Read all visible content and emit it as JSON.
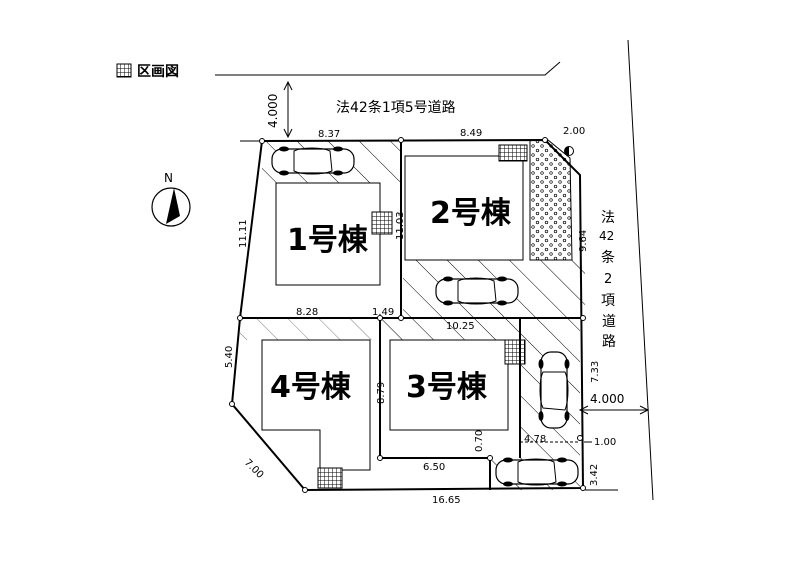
{
  "title": "区画図",
  "north_label": "N",
  "roads": {
    "north_name": "法42条1項5号道路",
    "north_width": "4.000",
    "east_name_chars": [
      "法",
      "42",
      "条",
      "2",
      "項",
      "道",
      "路"
    ],
    "east_width": "4.000"
  },
  "buildings": {
    "b1": "1号棟",
    "b2": "2号棟",
    "b3": "3号棟",
    "b4": "4号棟"
  },
  "dimensions": {
    "d_837": "8.37",
    "d_849": "8.49",
    "d_200": "2.00",
    "d_1111": "11.11",
    "d_1103": "11.03",
    "d_964": "9.64",
    "d_828": "8.28",
    "d_149": "1.49",
    "d_1025": "10.25",
    "d_540": "5.40",
    "d_879": "8.79",
    "d_733": "7.33",
    "d_700": "7.00",
    "d_070": "0.70",
    "d_478": "4.78",
    "d_100": "1.00",
    "d_650": "6.50",
    "d_342": "3.42",
    "d_1665": "16.65"
  }
}
